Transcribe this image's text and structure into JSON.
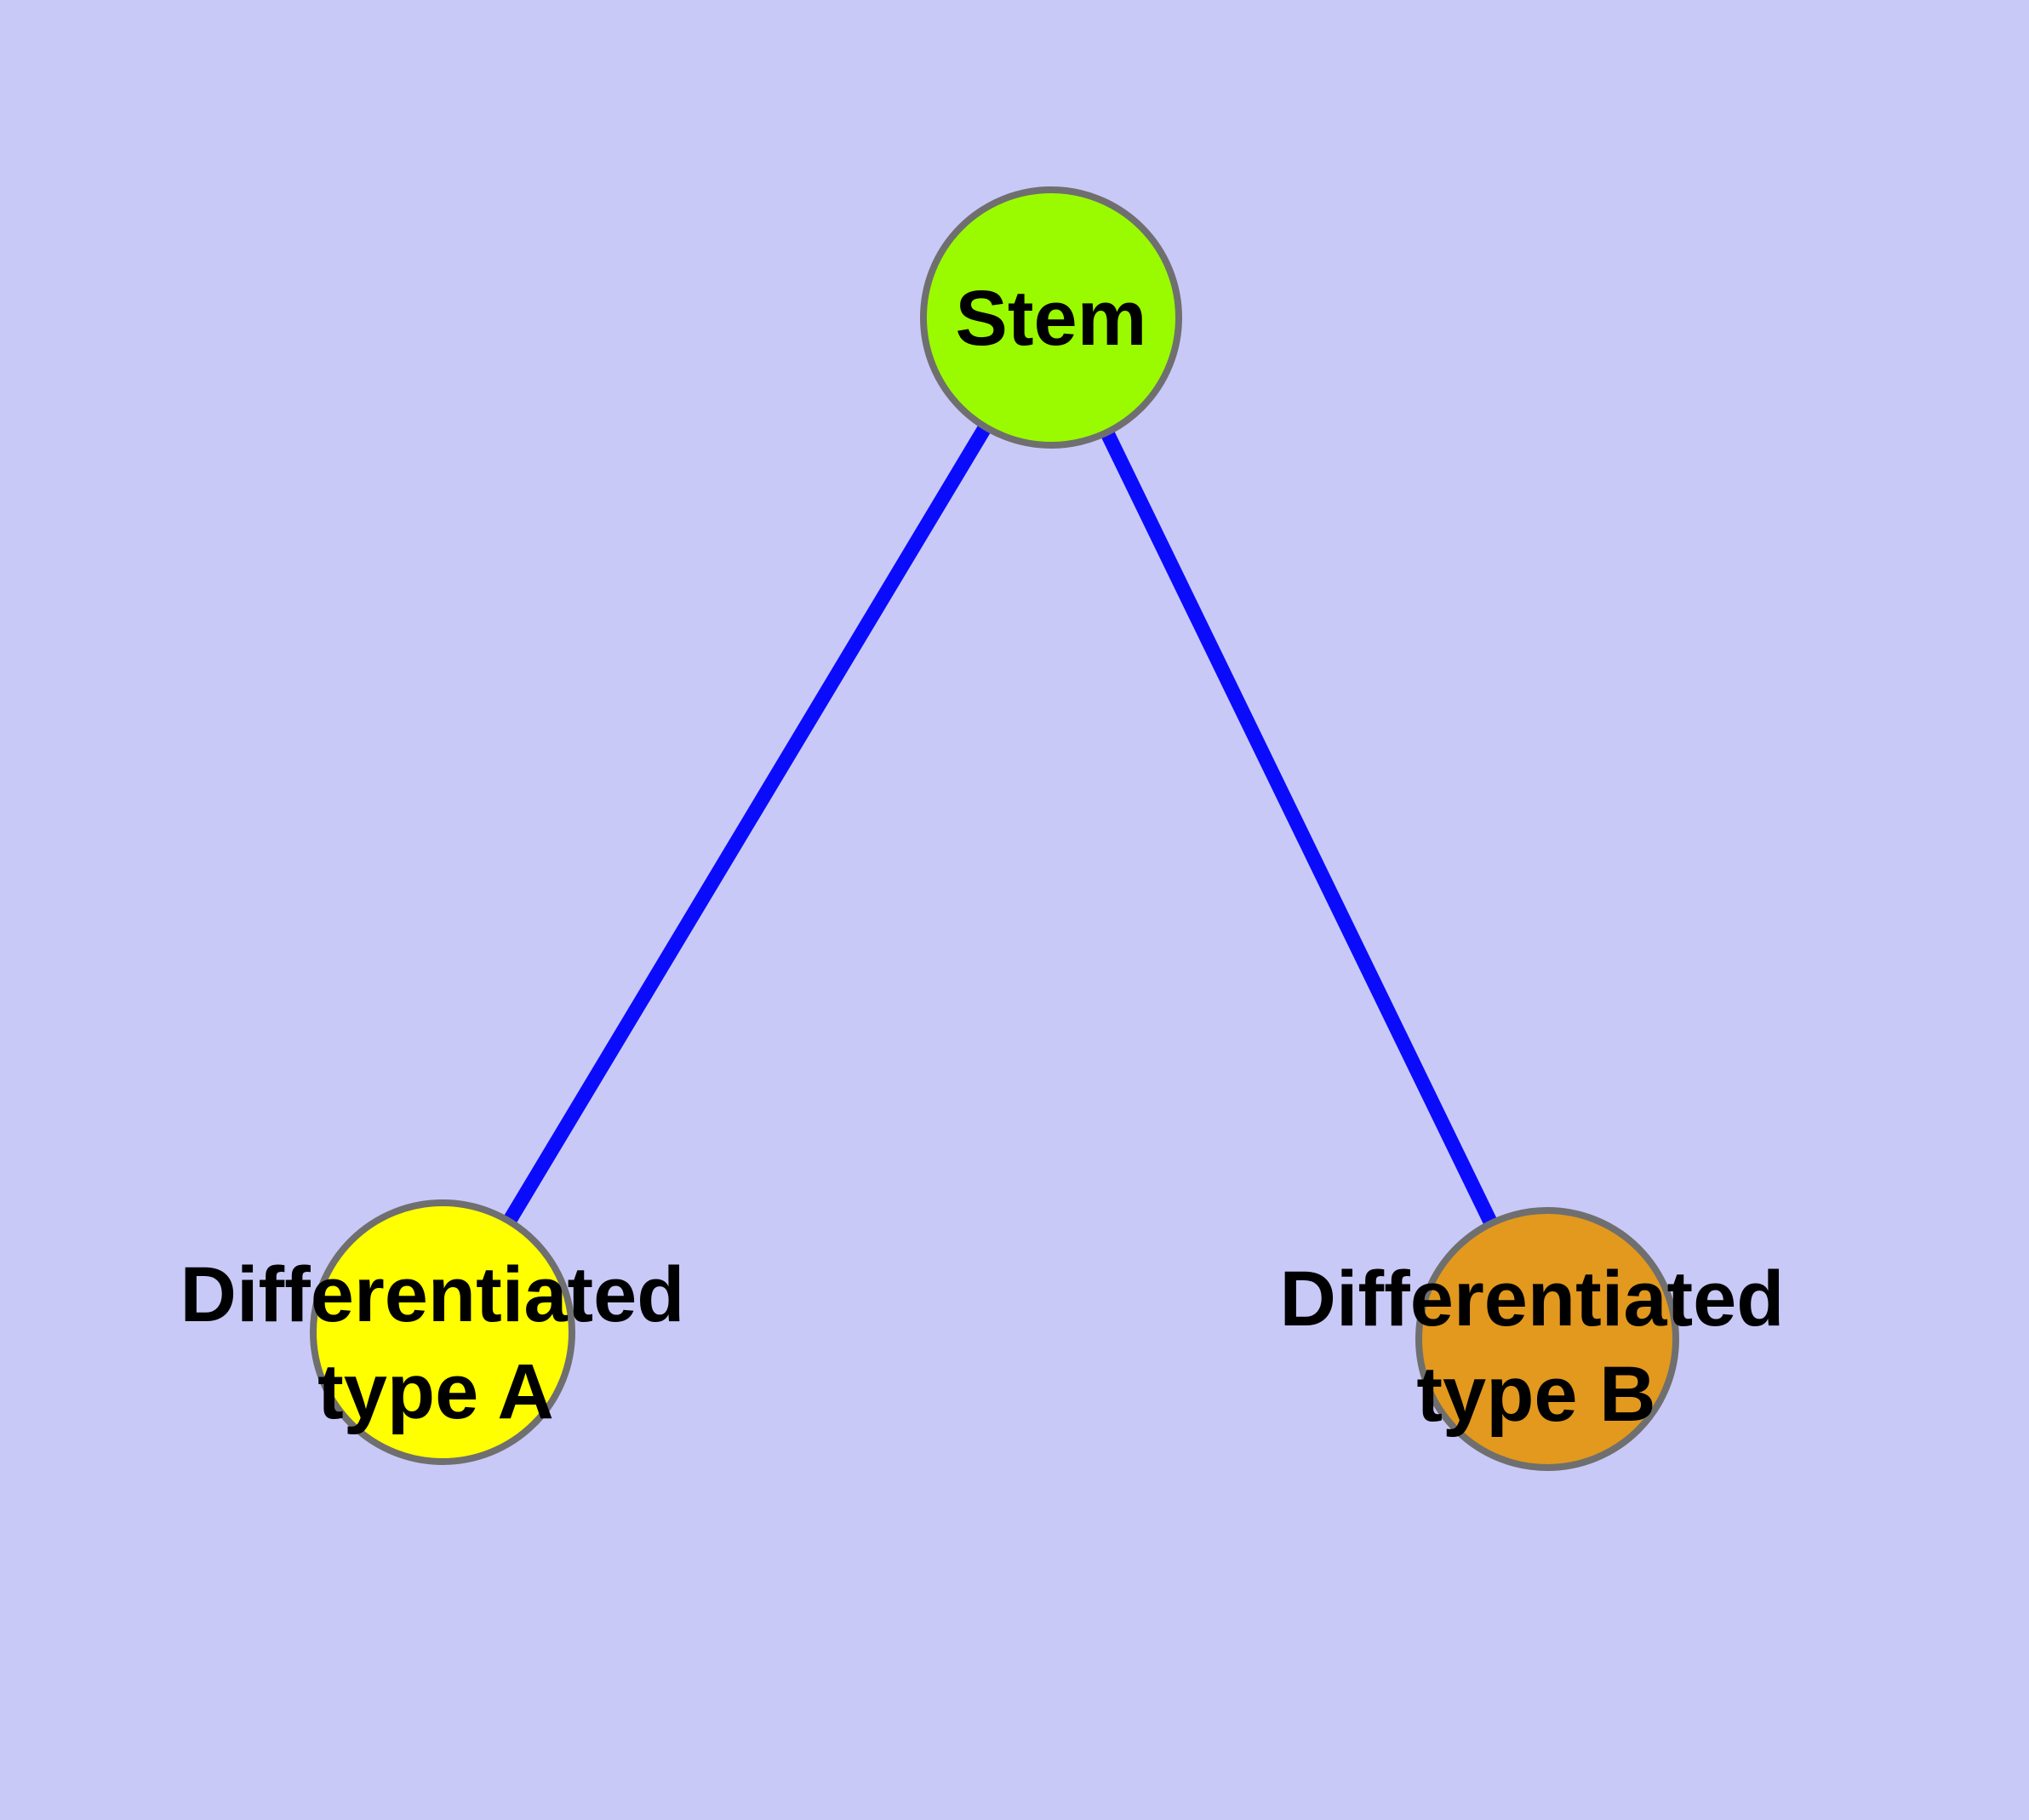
{
  "diagram": {
    "background_color": "#C9C9F8",
    "edge_color": "#0B0BFC",
    "node_border_color": "#6F6F6F",
    "label_color": "#000000",
    "nodes": {
      "stem": {
        "label": "Stem",
        "fill": "#9AFB00"
      },
      "type_a": {
        "label_line1": "Differentiated",
        "label_line2": "type A",
        "fill": "#FFFF00"
      },
      "type_b": {
        "label_line1": "Differentiated",
        "label_line2": "type B",
        "fill": "#E2991E"
      }
    },
    "edges": [
      {
        "from": "Stem",
        "to": "Differentiated type A"
      },
      {
        "from": "Stem",
        "to": "Differentiated type B"
      }
    ]
  }
}
